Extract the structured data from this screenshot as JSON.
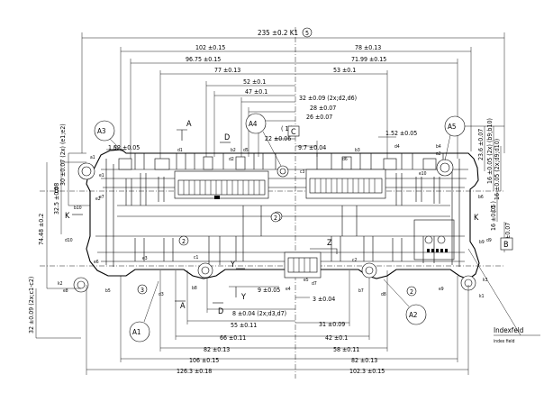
{
  "dimensions_top": {
    "overall": "235 ±0.2 K1",
    "overall_ref": "5",
    "left_102": "102 ±0.15",
    "right_78": "78 ±0.13",
    "left_96": "96.75 ±0.15",
    "right_71": "71.99 ±0.15",
    "left_77": "77 ±0.13",
    "right_53": "53 ±0.1",
    "left_52": "52 ±0.1",
    "left_47": "47 ±0.1",
    "right_32": "32 ±0.09 (2x;d2,d6)",
    "right_28": "28 ±0.07",
    "right_26": "26 ±0.07",
    "ref_1": "( 1 )",
    "right_22": "22 ±0.06",
    "right_9_7": "9.7 ±0.04",
    "left_1_52": "1.52 ±0.05",
    "right_1_52": "1.52 ±0.05"
  },
  "dimensions_bottom": {
    "b8": "8 ±0.04 (2x;d3,d7)",
    "b9": "9 ±0.05",
    "b3": "3 ±0.04",
    "b55": "55 ±0.11",
    "b31": "31 ±0.09",
    "b66": "66 ±0.11",
    "b42": "42 ±0.1",
    "b82l": "82 ±0.13",
    "b58": "58 ±0.11",
    "b106": "106 ±0.15",
    "b82r": "82 ±0.13",
    "b126": "126.3 ±0.18",
    "b102": "102.3 ±0.15"
  },
  "dimensions_left": {
    "l30": "30 ±0.07 (2x) (e1;e2)",
    "l32": "32.5 ±0.08",
    "l74": "74.48 ±0.2",
    "l32b": "32 ±0.09 (2x;c1-c2)"
  },
  "dimensions_right": {
    "r23": "23.6 ±0.07",
    "r16a": "16 ±0.05 (2x) (b9;b10)",
    "r16b": "16 ±0.05 (2x;d9;d10)",
    "r1": "( 1 )",
    "r16c": "16 ±0.05",
    "r2": "2 ±0.07"
  },
  "datums": {
    "A": "A",
    "B": "B",
    "C": "C",
    "D": "D",
    "K": "K",
    "Y": "Y",
    "Z": "Z"
  },
  "detail_bubbles": {
    "A1": "A1",
    "A2": "A2",
    "A3": "A3",
    "A4": "A4",
    "A5": "A5"
  },
  "refs": {
    "r2": "2",
    "r3": "3"
  },
  "points": {
    "a1": "a1",
    "a2": "a2",
    "b1": "b1",
    "b2": "b2",
    "b3": "b3",
    "b4": "b4",
    "b5": "b5",
    "b6": "b6",
    "b7": "b7",
    "b8": "b8",
    "b9": "b9",
    "b10": "b10",
    "c1": "c1",
    "c2": "c2",
    "c3": "c3",
    "d1": "d1",
    "d2": "d2",
    "d3": "d3",
    "d4": "d4",
    "d5": "d5",
    "d6": "d6",
    "d7": "d7",
    "d8": "d8",
    "d9": "d9",
    "d10": "d10",
    "e1": "e1",
    "e2": "e2",
    "e3": "e3",
    "e4": "e4",
    "e5": "e5",
    "e6": "e6",
    "e7": "e7",
    "e8": "e8",
    "e9": "e9",
    "e10": "e10",
    "k1": "k1",
    "k2": "k2",
    "k3": "k3"
  },
  "note": {
    "title": "Indexfeld",
    "subtitle": "index field"
  }
}
